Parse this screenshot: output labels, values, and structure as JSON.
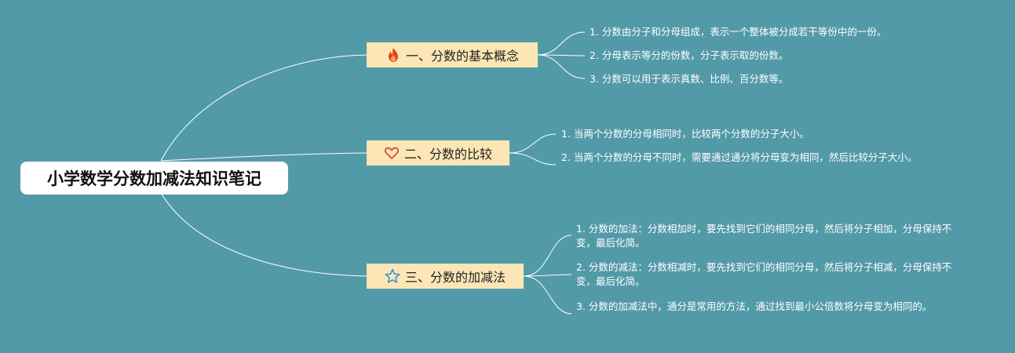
{
  "root": {
    "title": "小学数学分数加减法知识笔记"
  },
  "branches": [
    {
      "icon": "fire-icon",
      "label": "一、分数的基本概念",
      "items": [
        "1. 分数由分子和分母组成，表示一个整体被分成若干等份中的一份。",
        "2. 分母表示等分的份数，分子表示取的份数。",
        "3. 分数可以用于表示真数、比例、百分数等。"
      ]
    },
    {
      "icon": "heart-icon",
      "label": "二、分数的比较",
      "items": [
        "1. 当两个分数的分母相同时，比较两个分数的分子大小。",
        "2. 当两个分数的分母不同时，需要通过通分将分母变为相同，然后比较分子大小。"
      ]
    },
    {
      "icon": "star-icon",
      "label": "三、分数的加减法",
      "items": [
        "1. 分数的加法：分数相加时，要先找到它们的相同分母，然后将分子相加，分母保持不变，最后化简。",
        "2. 分数的减法：分数相减时，要先找到它们的相同分母，然后将分子相减，分母保持不变，最后化简。",
        "3. 分数的加减法中，通分是常用的方法，通过找到最小公倍数将分母变为相同的。"
      ]
    }
  ],
  "colors": {
    "background": "#539aa8",
    "branch_fill": "#fde6b6",
    "fire": "#e8421f",
    "heart": "#d8493b",
    "star": "#2f8fd6"
  }
}
